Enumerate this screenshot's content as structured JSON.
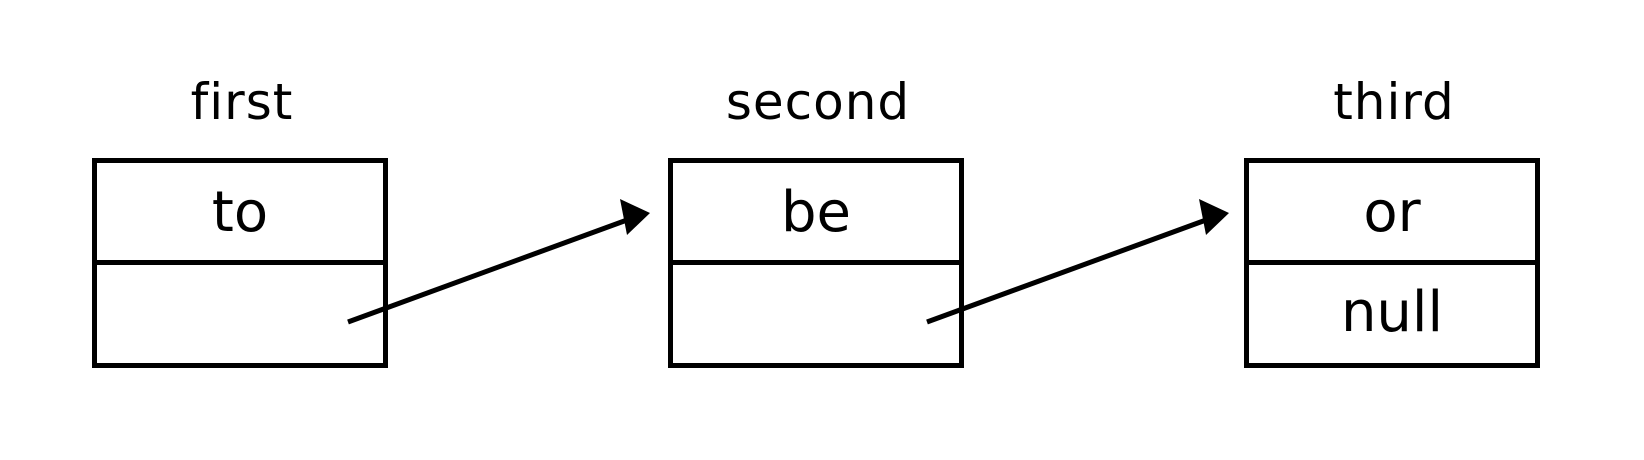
{
  "nodes": [
    {
      "name": "first",
      "item": "to",
      "next": ""
    },
    {
      "name": "second",
      "item": "be",
      "next": ""
    },
    {
      "name": "third",
      "item": "or",
      "next": "null"
    }
  ]
}
